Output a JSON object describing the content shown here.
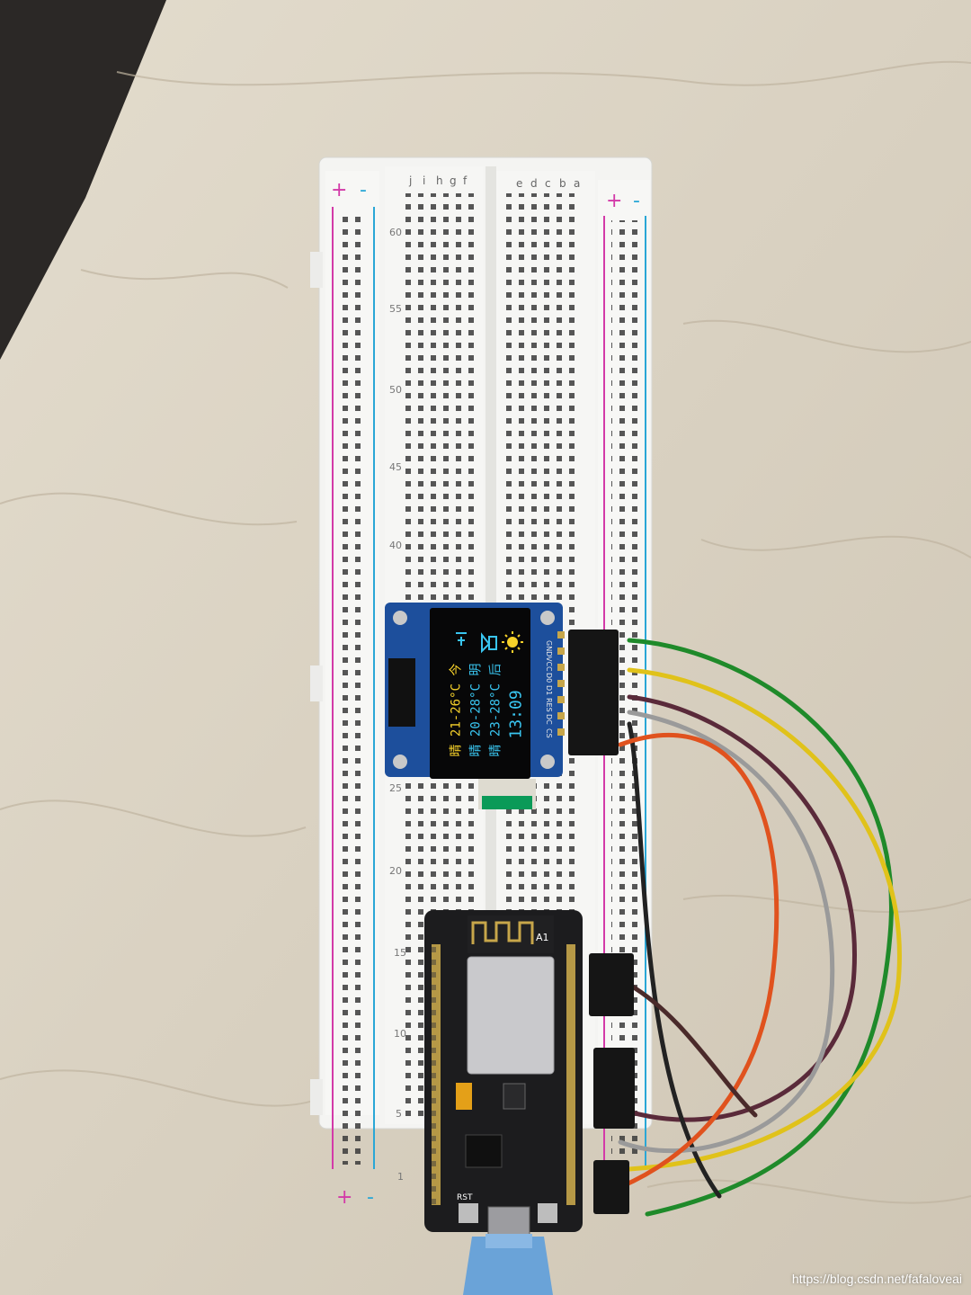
{
  "breadboard": {
    "rail_plus": "+",
    "rail_minus": "-",
    "column_letters_left": [
      "f",
      "g",
      "h",
      "i",
      "j"
    ],
    "column_letters_right": [
      "a",
      "b",
      "c",
      "d",
      "e"
    ],
    "row_numbers": [
      "60",
      "55",
      "50",
      "45",
      "40",
      "25",
      "20",
      "15",
      "10",
      "5",
      "1"
    ]
  },
  "oled": {
    "line1": "晴 21-26°C 今",
    "line2": "晴 20-28°C 明",
    "line3": "晴 23-28°C 后",
    "line4": "13:09",
    "pin_labels": [
      "GND",
      "VCC",
      "D0",
      "D1",
      "RES",
      "DC",
      "CS"
    ],
    "color_yellow": "#f6d12a",
    "color_cyan": "#39c5f0"
  },
  "nodemcu": {
    "antenna_badge": "A1",
    "board_color": "#1c1c1e",
    "rst_label": "RST"
  },
  "wires": {
    "colors": [
      "#1f8a2a",
      "#e0c21a",
      "#5a2a3a",
      "#222222",
      "#9a9a9a",
      "#e0521e"
    ]
  },
  "watermark": "https://blog.csdn.net/fafaloveai"
}
